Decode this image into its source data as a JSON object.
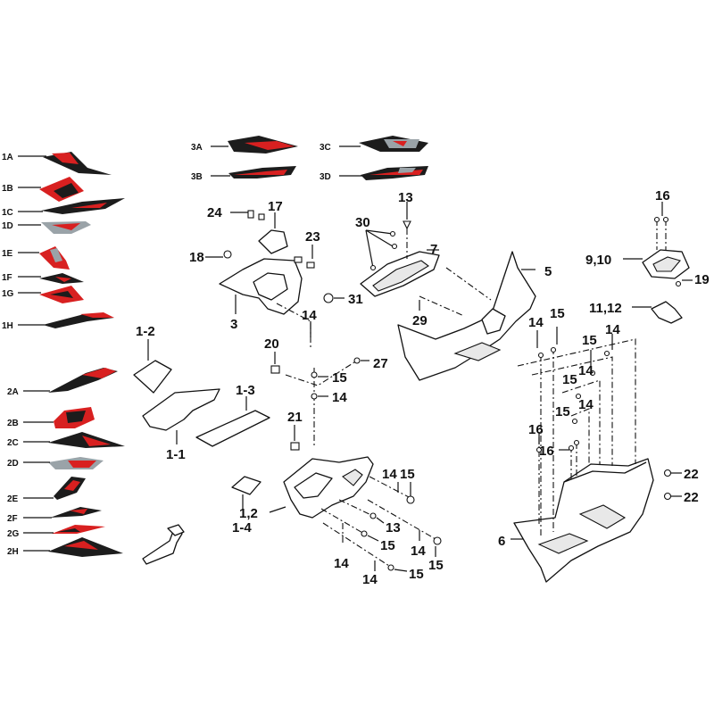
{
  "colors": {
    "decal_red": "#d82020",
    "decal_dark": "#1c1c1c",
    "decal_grey": "#9aa3a8",
    "line": "#111111"
  },
  "decal_labels": {
    "d1A": "1A",
    "d1B": "1B",
    "d1C": "1C",
    "d1D": "1D",
    "d1E": "1E",
    "d1F": "1F",
    "d1G": "1G",
    "d1H": "1H",
    "d2A": "2A",
    "d2B": "2B",
    "d2C": "2C",
    "d2D": "2D",
    "d2E": "2E",
    "d2F": "2F",
    "d2G": "2G",
    "d2H": "2H",
    "d3A": "3A",
    "d3B": "3B",
    "d3C": "3C",
    "d3D": "3D"
  },
  "callouts": {
    "c1_2": "1-2",
    "c1_1": "1-1",
    "c1_3": "1-3",
    "c1_4": "1-4",
    "c1comma2": "1,2",
    "c3": "3",
    "c5": "5",
    "c6": "6",
    "c7": "7",
    "c9_10": "9,10",
    "c11_12": "11,12",
    "c13a": "13",
    "c13b": "13",
    "c14a": "14",
    "c14b": "14",
    "c14c": "14",
    "c14d": "14",
    "c14e": "14",
    "c14f": "14",
    "c14g": "14",
    "c14h": "14",
    "c14i": "14",
    "c14j": "14",
    "c15a": "15",
    "c15b": "15",
    "c15c": "15",
    "c15d": "15",
    "c15e": "15",
    "c15f": "15",
    "c15g": "15",
    "c15h": "15",
    "c15i": "15",
    "c16a": "16",
    "c16b": "16",
    "c16c": "16",
    "c17": "17",
    "c18": "18",
    "c19": "19",
    "c20": "20",
    "c21": "21",
    "c22a": "22",
    "c22b": "22",
    "c23": "23",
    "c24": "24",
    "c27": "27",
    "c29": "29",
    "c30": "30",
    "c31": "31"
  }
}
